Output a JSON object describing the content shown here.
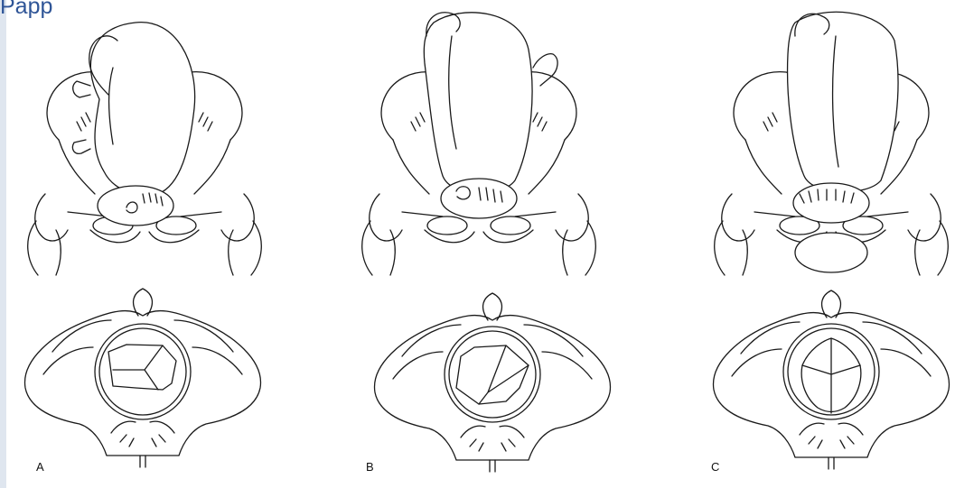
{
  "title": "Papp",
  "panels": [
    {
      "label": "A"
    },
    {
      "label": "B"
    },
    {
      "label": "C"
    }
  ]
}
